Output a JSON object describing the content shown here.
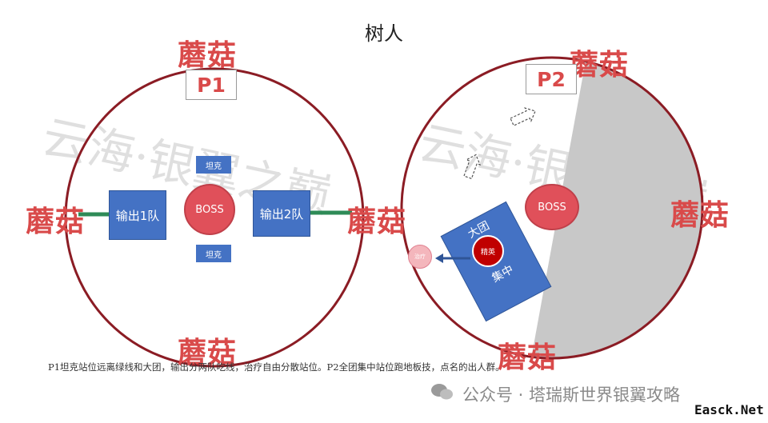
{
  "title": "树人",
  "mushroom_label": "蘑菇",
  "phase1": {
    "label": "P1",
    "team1": "输出1队",
    "team2": "输出2队",
    "tank": "坦克",
    "boss": "BOSS"
  },
  "phase2": {
    "label": "P2",
    "boss": "BOSS",
    "raid_text_top": "大团",
    "raid_text_bottom": "集中",
    "center_marker": "精英",
    "side_marker": "治疗"
  },
  "caption": "P1坦克站位远离绿线和大团，输出分两队吃线，治疗自由分散站位。P2全团集中站位跑地板技，点名的出人群。",
  "watermark_text": "云海·银翼之巅",
  "wechat_text": "公众号 · 塔瑞斯世界银翼攻略",
  "site_badge": "Easck.Net",
  "colors": {
    "circle": "#8b1c24",
    "mushroom": "#d94a4a",
    "team": "#4472c4",
    "boss": "#e0505a",
    "green_line": "#2e8b57",
    "floor": "#c8c8c8"
  }
}
